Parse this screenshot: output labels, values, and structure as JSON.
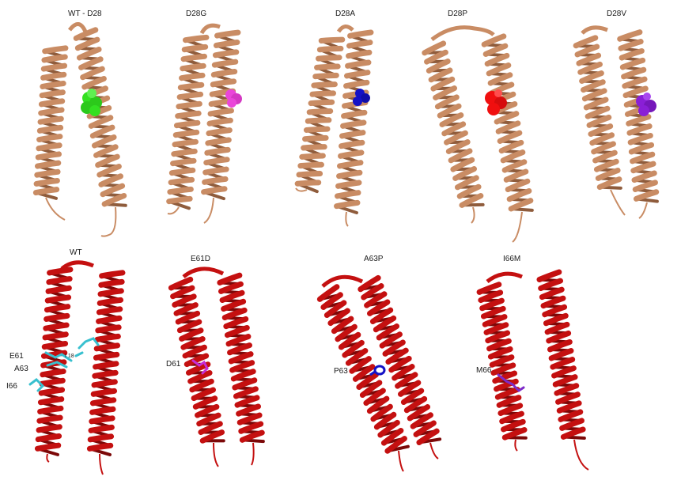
{
  "colors": {
    "background": "#ffffff",
    "helix_top": "#c98c64",
    "helix_top_dark": "#8f5c3c",
    "helix_bottom": "#c41010",
    "helix_bottom_dark": "#7c0808",
    "green": "#33e021",
    "pink": "#ea46d9",
    "blue": "#1411c6",
    "red": "#f00f0f",
    "purple": "#8a1fd6",
    "cyan": "#38c0cf",
    "magenta": "#c62dd6",
    "violet": "#7d2bc9"
  },
  "top_row": [
    {
      "title": "WT - D28",
      "mutation_color": "green",
      "mutation_shape": "sphere-cluster"
    },
    {
      "title": "D28G",
      "mutation_color": "pink",
      "mutation_shape": "sphere-cluster"
    },
    {
      "title": "D28A",
      "mutation_color": "blue",
      "mutation_shape": "sphere-cluster"
    },
    {
      "title": "D28P",
      "mutation_color": "red",
      "mutation_shape": "sphere-cluster"
    },
    {
      "title": "D28V",
      "mutation_color": "purple",
      "mutation_shape": "sphere-cluster"
    }
  ],
  "bottom_row": [
    {
      "title": "WT",
      "residue_labels": [
        "E61",
        "A63",
        "I66"
      ],
      "extra_label": "I 18",
      "residue_color": "cyan",
      "residue_shape": "sticks"
    },
    {
      "title": "E61D",
      "residue_labels": [
        "D61"
      ],
      "residue_color": "magenta",
      "residue_shape": "sticks"
    },
    {
      "title": "A63P",
      "residue_labels": [
        "P63"
      ],
      "residue_color": "blue",
      "residue_shape": "ring"
    },
    {
      "title": "I66M",
      "residue_labels": [
        "M66"
      ],
      "residue_color": "violet",
      "residue_shape": "sticks"
    }
  ]
}
